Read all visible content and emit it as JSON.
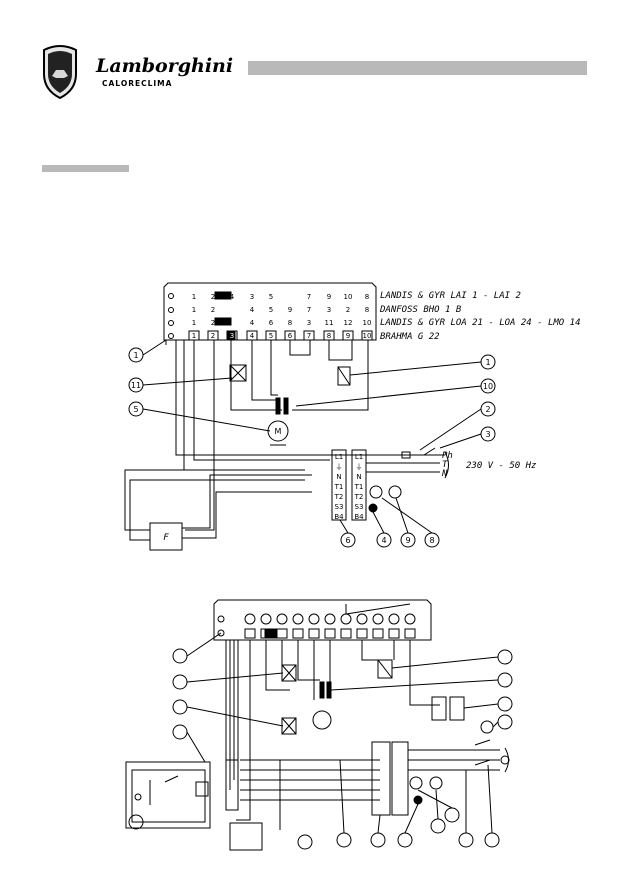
{
  "brand": {
    "name": "Lamborghini",
    "subtitle": "CALORECLIMA"
  },
  "diagram1": {
    "row_labels": [
      "LANDIS & GYR LAI 1 - LAI 2",
      "DANFOSS BHO 1 B",
      "LANDIS & GYR LOA 21 - LOA 24 - LMO 14",
      "BRAHMA G 22"
    ],
    "terminal_rows": [
      [
        "1",
        "2",
        "4",
        "3",
        "5",
        "",
        "7",
        "9",
        "10",
        "8"
      ],
      [
        "1",
        "2",
        "",
        "4",
        "5",
        "9",
        "7",
        "3",
        "2",
        "8"
      ],
      [
        "1",
        "2",
        "",
        "4",
        "6",
        "8",
        "3",
        "11",
        "12",
        "10"
      ],
      [
        "1",
        "2",
        "3",
        "4",
        "5",
        "6",
        "7",
        "8",
        "9",
        "10"
      ]
    ],
    "supply": {
      "phase": "Ph",
      "earth": "T",
      "neutral": "N",
      "voltage": "230 V - 50 Hz"
    },
    "callouts": [
      "1",
      "11",
      "5",
      "1",
      "10",
      "2",
      "3",
      "6",
      "4",
      "9",
      "8"
    ],
    "motor_label": "M",
    "block_label": "F",
    "plug_left": [
      "L1",
      "⏚",
      "N",
      "T1",
      "T2",
      "S3",
      "B4"
    ],
    "plug_right": [
      "L1",
      "⏚",
      "N",
      "T1",
      "T2",
      "S3",
      "B4"
    ]
  }
}
